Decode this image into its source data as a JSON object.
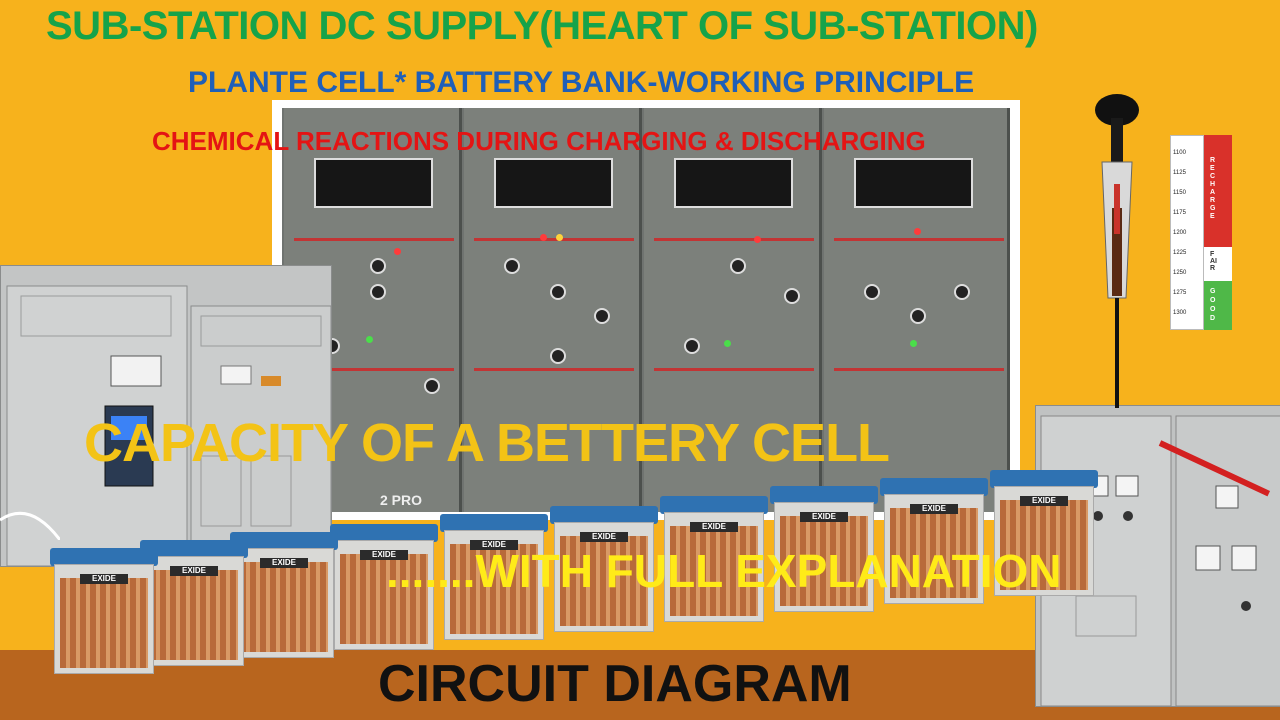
{
  "title": "SUB-STATION DC SUPPLY(HEART OF SUB-STATION)",
  "subtitle_1": "PLANTE CELL* BATTERY BANK-WORKING PRINCIPLE",
  "subtitle_2": "CHEMICAL REACTIONS DURING CHARGING & DISCHARGING",
  "overlay_capacity": "CAPACITY OF A BETTERY CELL",
  "overlay_explanation": ".......WITH FULL EXPLANATION",
  "overlay_circuit": "CIRCUIT DIAGRAM",
  "battery_brand": "EXIDE",
  "photo_corner_text": "2 PRO",
  "hydrometer": {
    "scale_values": [
      "1100",
      "1125",
      "1150",
      "1175",
      "1200",
      "1225",
      "1250",
      "1275",
      "1300"
    ],
    "zone_recharge": "RECHARGE",
    "zone_fair": "FAIR",
    "zone_good": "GOOD"
  },
  "colors": {
    "background": "#f7b21c",
    "title": "#16a34a",
    "subtitle_1": "#1f5fb8",
    "subtitle_2": "#e41414",
    "capacity_text": "#f3c316",
    "explanation_text": "#ffeb18",
    "circuit_text": "#111111",
    "floor": "#b8651e",
    "battery_cap": "#2f72b2"
  }
}
